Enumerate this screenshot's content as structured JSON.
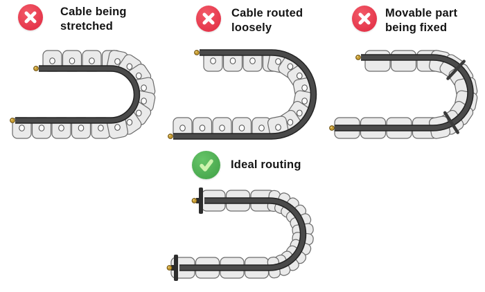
{
  "page": {
    "background": "#ffffff"
  },
  "figures": [
    {
      "id": "cable-stretched",
      "status": "error",
      "mode": "stretched",
      "label": "Cable being stretched",
      "label_lines": [
        "Cable being",
        "stretched"
      ]
    },
    {
      "id": "cable-loose",
      "status": "error",
      "mode": "loose",
      "label": "Cable routed loosely",
      "label_lines": [
        "Cable routed",
        "loosely"
      ]
    },
    {
      "id": "movable-part-fixed",
      "status": "error",
      "mode": "fixed",
      "label": "Movable part being fixed",
      "label_lines": [
        "Movable part",
        "being fixed"
      ]
    },
    {
      "id": "ideal-routing",
      "status": "ok",
      "mode": "ideal",
      "label": "Ideal routing",
      "label_lines": [
        "Ideal routing"
      ]
    }
  ],
  "icons": {
    "error": {
      "name": "error-x-icon",
      "bg": "#e02840",
      "bg_light": "#f25a68",
      "glyph_color": "#ffffff"
    },
    "ok": {
      "name": "check-icon",
      "bg": "#3f9f45",
      "bg_light": "#66c468",
      "glyph_color": "#cdf3ae"
    }
  },
  "illustration_colors": {
    "link_fill": "#eaeaea",
    "link_stroke": "#6a6a6a",
    "hole_fill": "#fbfbfb",
    "hole_stroke": "#4a4a4a",
    "cable": "#4a4a4a",
    "cable_outline": "#222222",
    "tie": "#3a3a3a",
    "tip_gold": "#c89d33",
    "tip_gold_stroke": "#6e5212",
    "tip_gold_highlight": "#f0d98c",
    "end_cap": "#2d2d2d"
  }
}
